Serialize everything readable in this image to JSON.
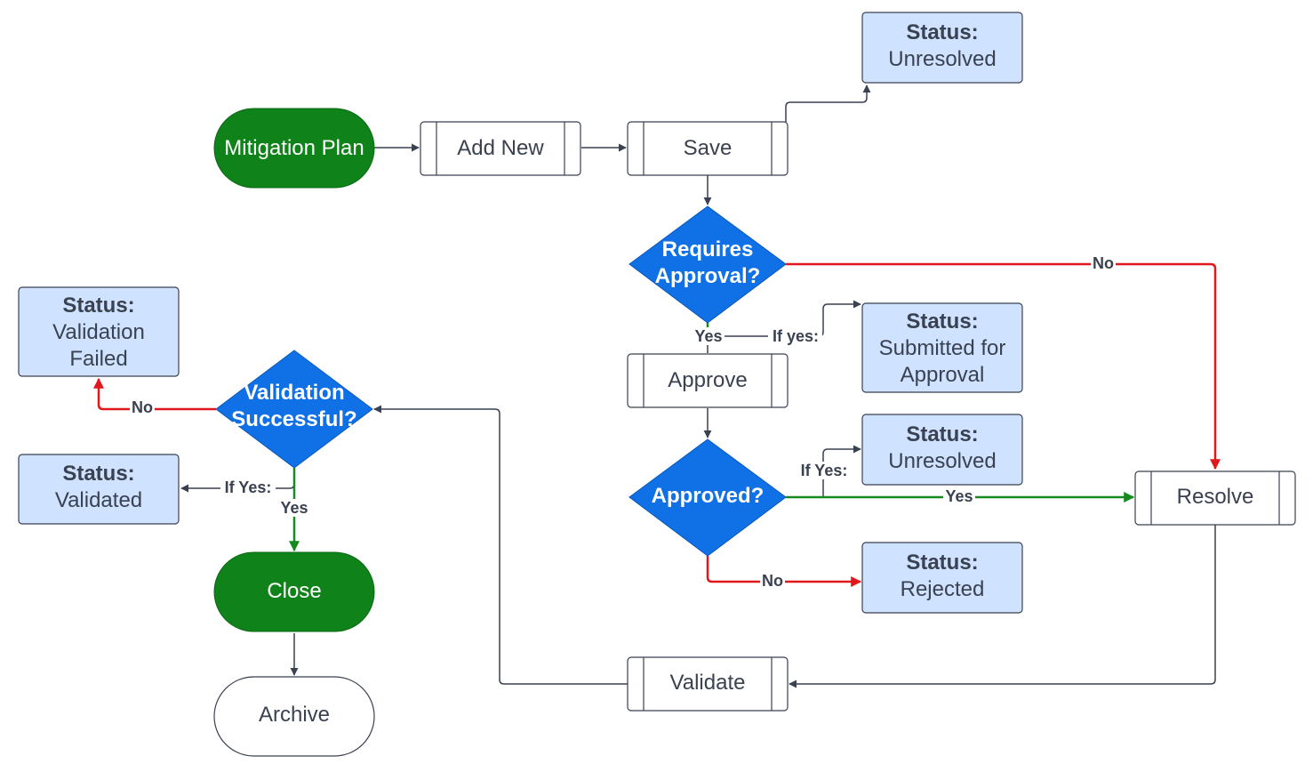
{
  "nodes": {
    "mitigation_plan": "Mitigation Plan",
    "add_new": "Add New",
    "save": "Save",
    "status_unresolved_top": {
      "title": "Status:",
      "line1": "Unresolved"
    },
    "requires_approval": {
      "line1": "Requires",
      "line2": "Approval?"
    },
    "status_submitted": {
      "title": "Status:",
      "line1": "Submitted for",
      "line2": "Approval"
    },
    "approve": "Approve",
    "approved": "Approved?",
    "status_unresolved_mid": {
      "title": "Status:",
      "line1": "Unresolved"
    },
    "status_rejected": {
      "title": "Status:",
      "line1": "Rejected"
    },
    "resolve": "Resolve",
    "validate": "Validate",
    "validation_successful": {
      "line1": "Validation",
      "line2": "Successful?"
    },
    "status_validation_failed": {
      "title": "Status:",
      "line1": "Validation",
      "line2": "Failed"
    },
    "status_validated": {
      "title": "Status:",
      "line1": "Validated"
    },
    "close": "Close",
    "archive": "Archive"
  },
  "edge_labels": {
    "requires_no": "No",
    "requires_yes": "Yes",
    "if_yes_lower": "If yes:",
    "if_yes_upper": "If Yes:",
    "approved_yes": "Yes",
    "approved_no": "No",
    "validation_no": "No",
    "validation_if_yes": "If Yes:",
    "validation_yes": "Yes"
  },
  "colors": {
    "terminal_green": "#0f8219",
    "decision_blue": "#1070e6",
    "status_fill": "#cfe2ff",
    "no_edge": "#e0181c",
    "yes_edge": "#168a1e",
    "connector": "#3a4150"
  }
}
